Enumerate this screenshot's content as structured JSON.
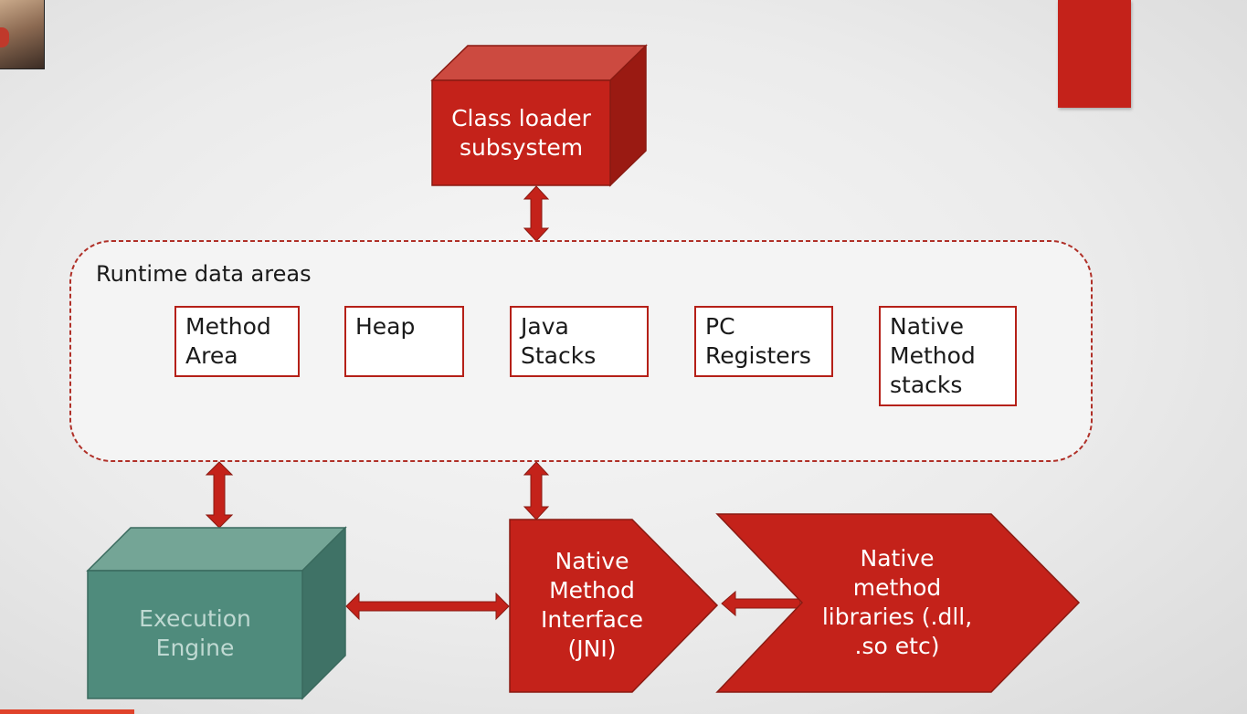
{
  "diagram": {
    "class_loader": {
      "label": "Class loader\nsubsystem"
    },
    "runtime_data_areas": {
      "title": "Runtime data areas",
      "areas": [
        {
          "label": "Method\nArea"
        },
        {
          "label": "Heap"
        },
        {
          "label": "Java\n Stacks"
        },
        {
          "label": "PC\nRegisters"
        },
        {
          "label": "Native\nMethod\nstacks"
        }
      ]
    },
    "execution_engine": {
      "label": "Execution\nEngine"
    },
    "native_method_interface": {
      "label": "Native\nMethod\nInterface\n(JNI)"
    },
    "native_method_libraries": {
      "label": "Native\nmethod\nlibraries (.dll,\n.so etc)"
    }
  },
  "colors": {
    "red": "#c4221a",
    "red_top": "#cc4a40",
    "red_side": "#9a1a12",
    "green": "#4f8b7c",
    "green_top": "#74a596",
    "green_side": "#3f7266",
    "dashed_border": "#b03028"
  },
  "video": {
    "progress_fraction": 0.108
  }
}
